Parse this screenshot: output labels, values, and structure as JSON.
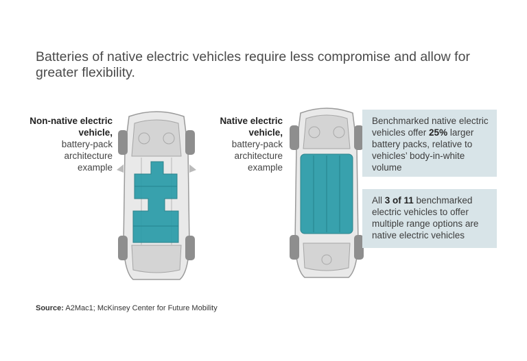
{
  "title": "Batteries of native electric vehicles require less compromise and allow for greater flexibility.",
  "left_car": {
    "label_bold": "Non-native electric vehicle,",
    "label_rest": "battery-pack\narchitecture\nexample"
  },
  "right_car": {
    "label_bold": "Native electric vehicle,",
    "label_rest": "battery-pack\narchitecture\nexample"
  },
  "note_1": {
    "pre": "Benchmarked native electric vehicles offer ",
    "highlight": "25%",
    "post": " larger battery packs, relative to vehicles’ body-in-white volume"
  },
  "note_2": {
    "pre": "All ",
    "highlight_a": "3 of 11",
    "post": " benchmarked electric vehicles to offer multiple range options are native electric vehicles"
  },
  "source": {
    "label": "Source:",
    "text": "A2Mac1; McKinsey Center for Future Mobility"
  },
  "colors": {
    "battery": "#2a9ba8",
    "callout_bg": "#d8e4e8",
    "chassis": "#c9c9c9"
  }
}
